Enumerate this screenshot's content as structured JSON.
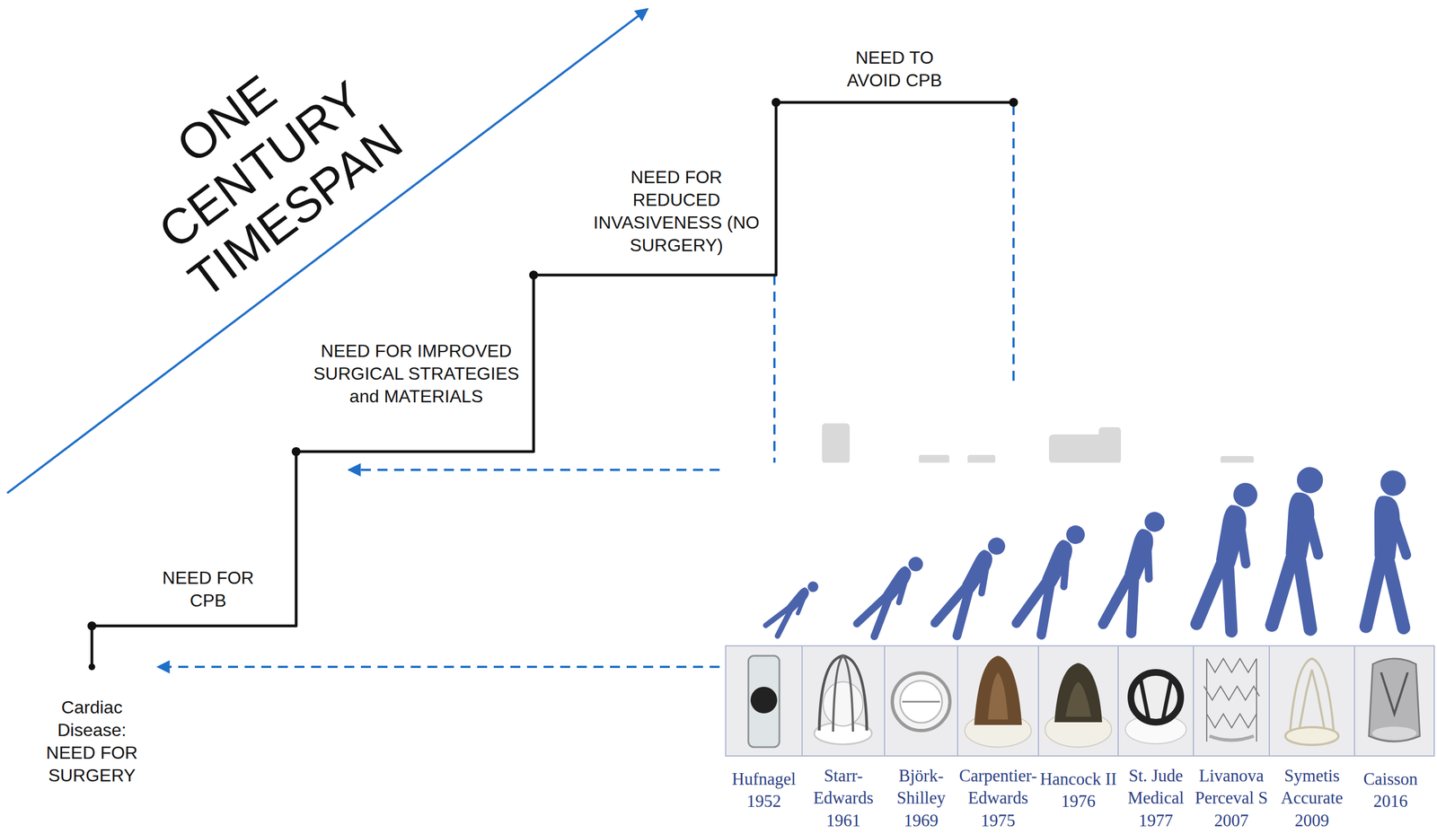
{
  "diagram": {
    "labels": [
      "ONE CENTURY TIMESPAN",
      "Cardiac Disease: NEED FOR SURGERY",
      "NEED FOR CPB",
      "NEED FOR IMPROVED SURGICAL STRATEGIES and MATERIALS",
      "NEED FOR REDUCED INVASIVENESS (NO SURGERY)",
      "NEED TO AVOID CPB",
      "Hufnagel 1952",
      "Starr-Edwards 1961",
      "Björk-Shilley 1969",
      "Carpentier-Edwards 1975",
      "Hancock II 1976",
      "St. Jude Medical 1977",
      "Livanova Perceval S 2007",
      "Symetis Accurate 2009",
      "Caisson 2016"
    ]
  }
}
